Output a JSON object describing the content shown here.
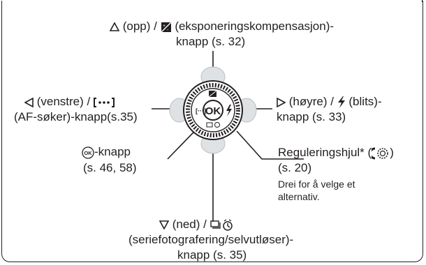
{
  "top": {
    "line1": " (opp) / ",
    "line1_tail": " (eksponeringskompensasjon)-",
    "line2": "knapp (s. 32)"
  },
  "left": {
    "line1": " (venstre) / ",
    "line2": "(AF-søker)-knapp(s.35)"
  },
  "right": {
    "line1": " (høyre) / ",
    "line1_tail": " (blits)-",
    "line2": "knapp (s. 33)"
  },
  "ok": {
    "line1": "-knapp",
    "line2": "(s. 46, 58)",
    "icon_text": "OK"
  },
  "wheel": {
    "line1": "Reguleringshjul* (",
    "line1_tail": ")",
    "line2": "(s. 20)",
    "note1": "Drei for å velge et",
    "note2": "alternativ."
  },
  "bottom": {
    "line1": " (ned) / ",
    "line2": "(seriefotografering/selvutløser)-",
    "line3": "knapp (s. 35)"
  },
  "dial": {
    "center_label": "OK"
  },
  "colors": {
    "line": "#231f20",
    "dial_ring": "#cfd3d6",
    "dial_fill": "#ffffff"
  },
  "icons": [
    "triangle-up-icon",
    "exposure-comp-icon",
    "triangle-left-icon",
    "af-target-icon",
    "triangle-right-icon",
    "flash-icon",
    "ok-button-icon",
    "dial-icon",
    "triangle-down-icon",
    "drive-selftimer-icon"
  ]
}
